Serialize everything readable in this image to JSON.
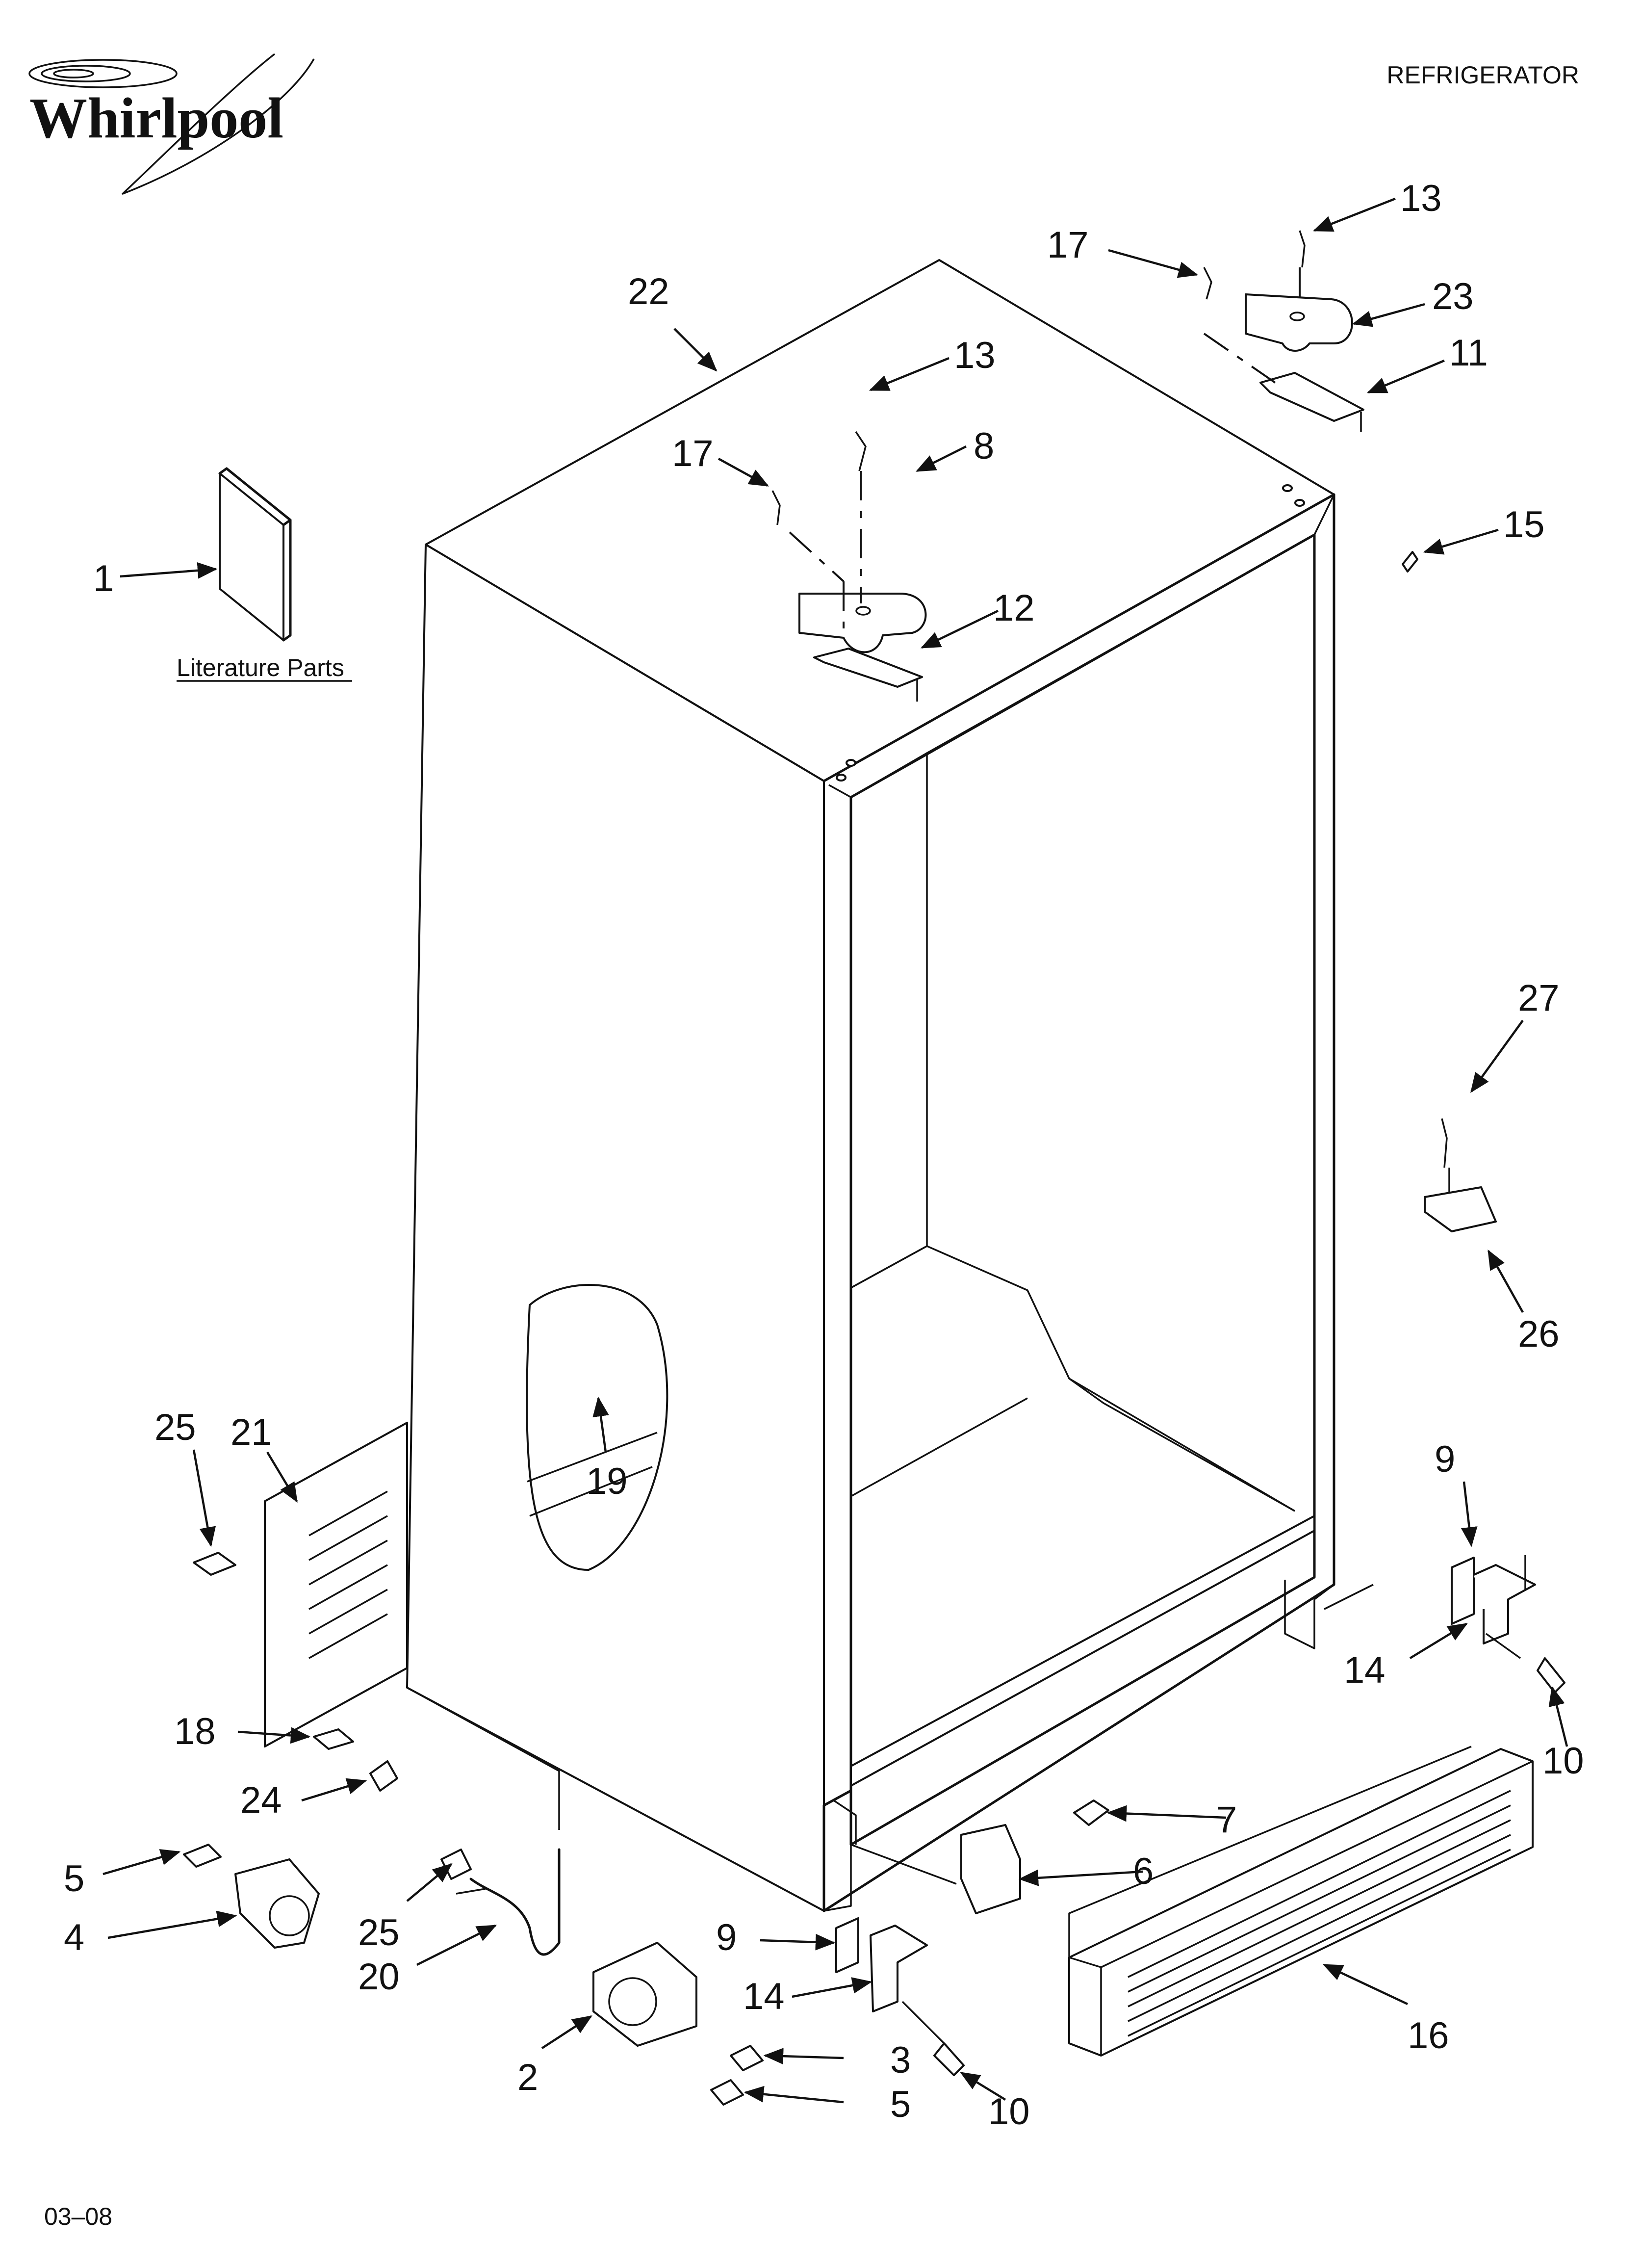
{
  "header": {
    "brand": "Whirlpool",
    "product": "REFRIGERATOR"
  },
  "footer": {
    "date_code": "03–08"
  },
  "literature": {
    "caption": "Literature Parts"
  },
  "callouts": {
    "c1": "1",
    "c2": "2",
    "c3": "3",
    "c4": "4",
    "c5a": "5",
    "c5b": "5",
    "c6": "6",
    "c7": "7",
    "c8": "8",
    "c9a": "9",
    "c9b": "9",
    "c10a": "10",
    "c10b": "10",
    "c11": "11",
    "c12": "12",
    "c13a": "13",
    "c13b": "13",
    "c14a": "14",
    "c14b": "14",
    "c15": "15",
    "c16": "16",
    "c17a": "17",
    "c17b": "17",
    "c18": "18",
    "c19": "19",
    "c20": "20",
    "c21": "21",
    "c22": "22",
    "c23": "23",
    "c24": "24",
    "c25a": "25",
    "c25b": "25",
    "c26": "26",
    "c27": "27"
  }
}
